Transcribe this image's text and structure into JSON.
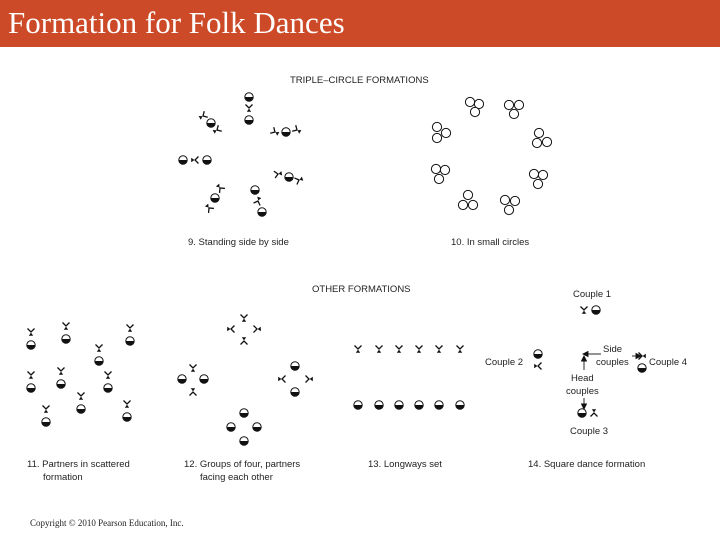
{
  "slide": {
    "title": "Formation for Folk Dances",
    "footer": "Copyright © 2010 Pearson Education, Inc."
  },
  "diagram": {
    "section_triple": "TRIPLE–CIRCLE FORMATIONS",
    "section_other": "OTHER FORMATIONS",
    "captions": {
      "fig9": "9. Standing side by side",
      "fig10": "10. In small circles",
      "fig11_line1": "11. Partners in scattered",
      "fig11_line2": "formation",
      "fig12_line1": "12. Groups of four, partners",
      "fig12_line2": "facing each other",
      "fig13": "13. Longways set",
      "fig14": "14. Square dance formation"
    },
    "labels": {
      "couple1": "Couple 1",
      "couple2": "Couple 2",
      "couple3": "Couple 3",
      "couple4": "Couple 4",
      "side_couples_1": "Side",
      "side_couples_2": "couples",
      "head_couples_1": "Head",
      "head_couples_2": "couples"
    }
  }
}
